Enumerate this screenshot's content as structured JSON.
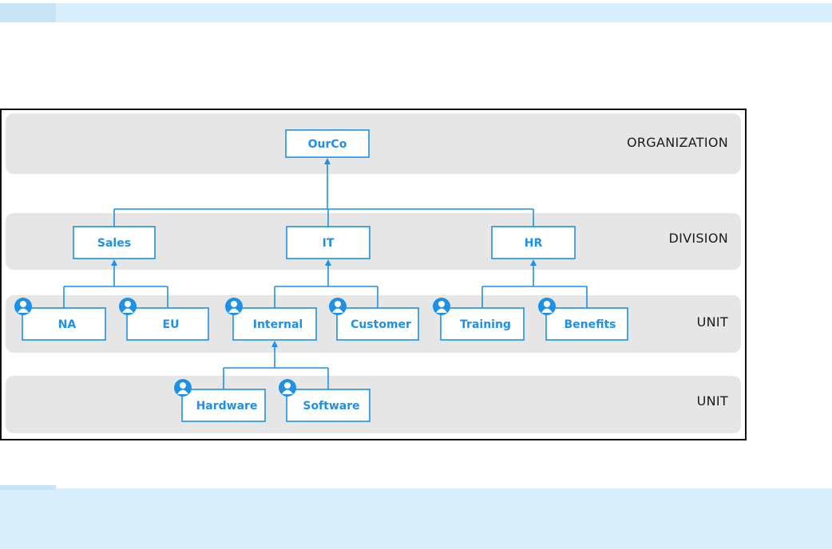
{
  "colors": {
    "accent": "#1e90e6",
    "band": "#e6e6e6",
    "banner": "#d8eefb",
    "frame_border": "#111111",
    "level_text": "#1a1a1a"
  },
  "levels": [
    {
      "id": "lvl-org",
      "label": "ORGANIZATION"
    },
    {
      "id": "lvl-div",
      "label": "DIVISION"
    },
    {
      "id": "lvl-unit1",
      "label": "UNIT"
    },
    {
      "id": "lvl-unit2",
      "label": "UNIT"
    }
  ],
  "nodes": [
    {
      "id": "ourco",
      "label": "OurCo",
      "level": "lvl-org",
      "user_icon": false
    },
    {
      "id": "sales",
      "label": "Sales",
      "level": "lvl-div",
      "user_icon": false
    },
    {
      "id": "it",
      "label": "IT",
      "level": "lvl-div",
      "user_icon": false
    },
    {
      "id": "hr",
      "label": "HR",
      "level": "lvl-div",
      "user_icon": false
    },
    {
      "id": "na",
      "label": "NA",
      "level": "lvl-unit1",
      "user_icon": true
    },
    {
      "id": "eu",
      "label": "EU",
      "level": "lvl-unit1",
      "user_icon": true
    },
    {
      "id": "internal",
      "label": "Internal",
      "level": "lvl-unit1",
      "user_icon": true
    },
    {
      "id": "customer",
      "label": "Customer",
      "level": "lvl-unit1",
      "user_icon": true
    },
    {
      "id": "training",
      "label": "Training",
      "level": "lvl-unit1",
      "user_icon": true
    },
    {
      "id": "benefits",
      "label": "Benefits",
      "level": "lvl-unit1",
      "user_icon": true
    },
    {
      "id": "hardware",
      "label": "Hardware",
      "level": "lvl-unit2",
      "user_icon": true
    },
    {
      "id": "software",
      "label": "Software",
      "level": "lvl-unit2",
      "user_icon": true
    }
  ],
  "edges": [
    {
      "parent": "ourco",
      "children": [
        "sales",
        "it",
        "hr"
      ]
    },
    {
      "parent": "sales",
      "children": [
        "na",
        "eu"
      ]
    },
    {
      "parent": "it",
      "children": [
        "internal",
        "customer"
      ]
    },
    {
      "parent": "hr",
      "children": [
        "training",
        "benefits"
      ]
    },
    {
      "parent": "internal",
      "children": [
        "hardware",
        "software"
      ]
    }
  ],
  "icons": {
    "user": "user-icon"
  }
}
